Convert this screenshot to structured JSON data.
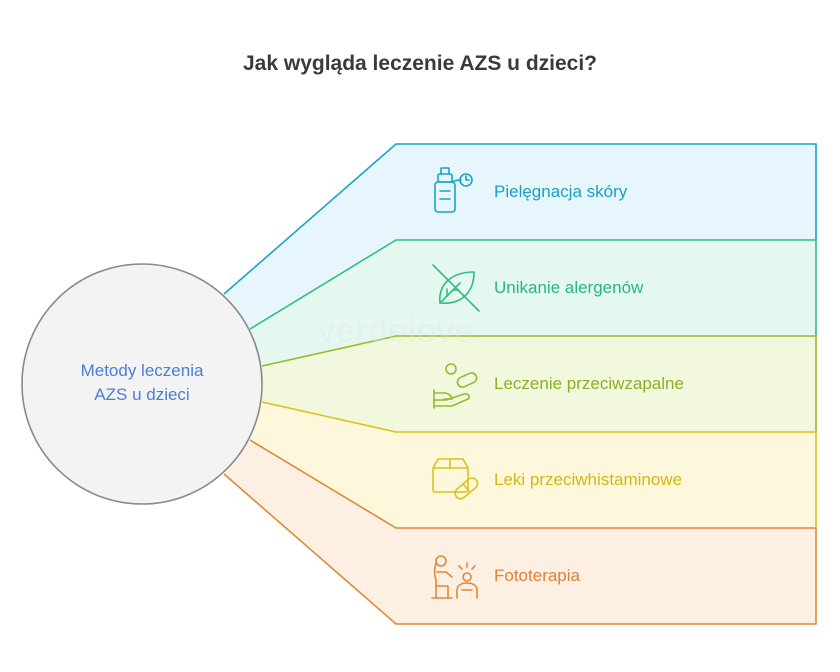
{
  "title": "Jak wygląda leczenie AZS u dzieci?",
  "center": {
    "line1": "Metody leczenia",
    "line2": "AZS u dzieci"
  },
  "watermark": "verdelove",
  "branches": [
    {
      "label": "Pielęgnacja skóry",
      "icon": "bottle-icon",
      "stroke": "#1aa3c6",
      "fill": "#e6f6fc",
      "text": "#1a9fc4"
    },
    {
      "label": "Unikanie alergenów",
      "icon": "no-leaf-icon",
      "stroke": "#2fbf86",
      "fill": "#e5f8f0",
      "text": "#2ab580"
    },
    {
      "label": "Leczenie przeciwzapalne",
      "icon": "hand-pill-icon",
      "stroke": "#96bb2a",
      "fill": "#f2f8dd",
      "text": "#8bb024"
    },
    {
      "label": "Leki przeciwhistaminowe",
      "icon": "box-pill-icon",
      "stroke": "#dcc11c",
      "fill": "#fdf8db",
      "text": "#d4b614"
    },
    {
      "label": "Fototerapia",
      "icon": "person-light-icon",
      "stroke": "#dd8a3a",
      "fill": "#fdf0e3",
      "text": "#d9823a"
    }
  ],
  "center_style": {
    "stroke": "#8a8a8a",
    "fill": "#f3f3f3"
  }
}
